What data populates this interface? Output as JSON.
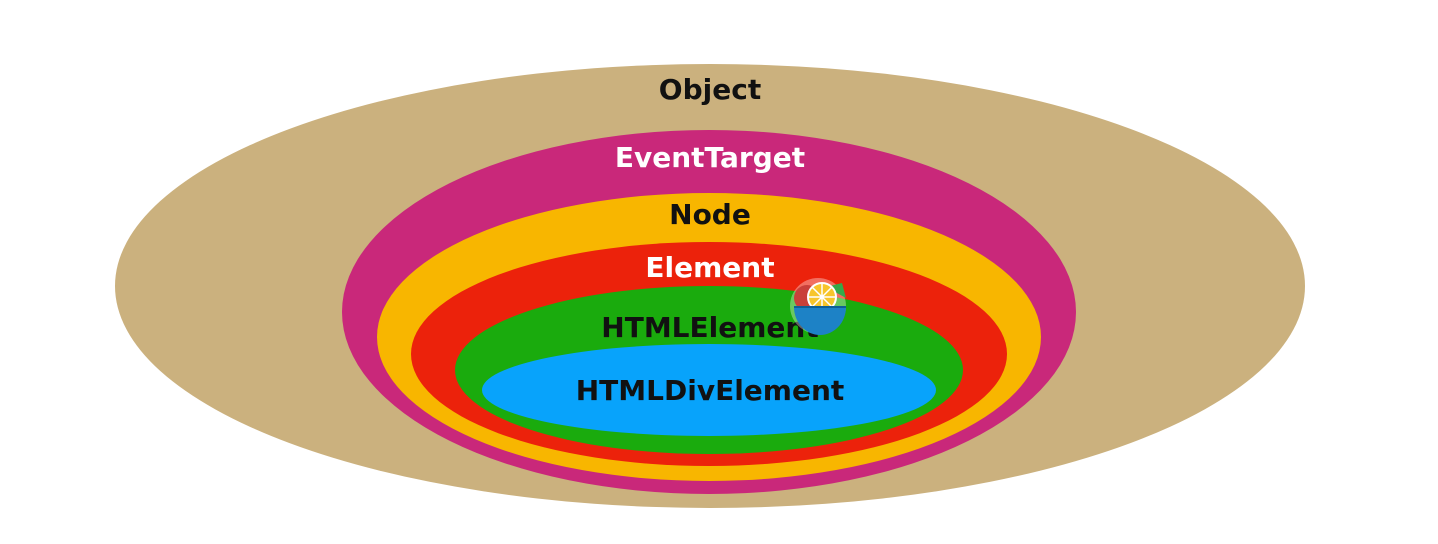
{
  "diagram": {
    "layers": [
      {
        "label": "Object",
        "fill": "#cbb17e",
        "text_color": "#111111"
      },
      {
        "label": "EventTarget",
        "fill": "#c9287a",
        "text_color": "#ffffff"
      },
      {
        "label": "Node",
        "fill": "#f8b600",
        "text_color": "#111111"
      },
      {
        "label": "Element",
        "fill": "#ec220b",
        "text_color": "#ffffff"
      },
      {
        "label": "HTMLElement",
        "fill": "#1aab0d",
        "text_color": "#111111"
      },
      {
        "label": "HTMLDivElement",
        "fill": "#08a3fb",
        "text_color": "#111111"
      }
    ]
  },
  "overlay": {
    "icon": "fruit-bowl-icon"
  }
}
